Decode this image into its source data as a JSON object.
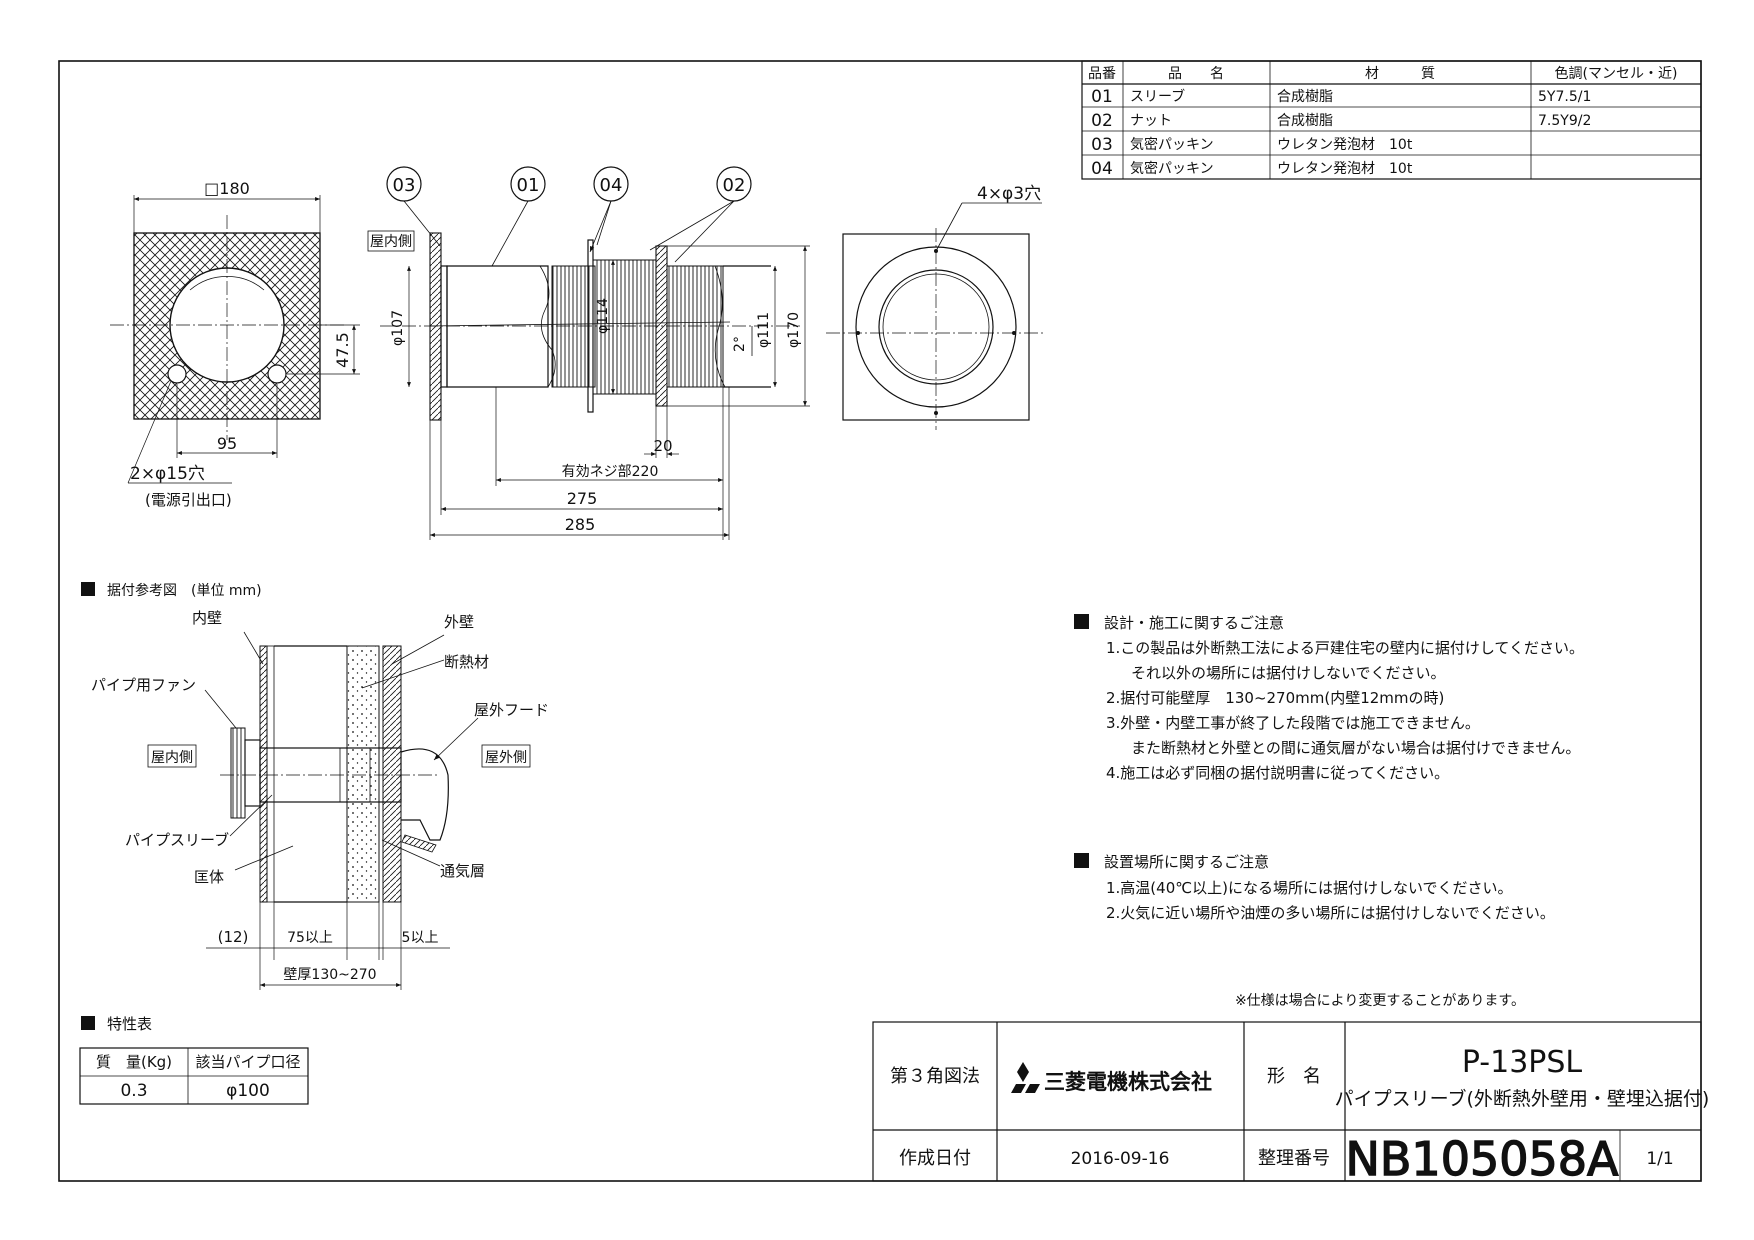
{
  "parts_table": {
    "headers": [
      "品番",
      "品　　名",
      "材　　　質",
      "色調(マンセル・近)"
    ],
    "rows": [
      {
        "no": "01",
        "name": "スリーブ",
        "material": "合成樹脂",
        "color": "5Y7.5/1"
      },
      {
        "no": "02",
        "name": "ナット",
        "material": "合成樹脂",
        "color": "7.5Y9/2"
      },
      {
        "no": "03",
        "name": "気密パッキン",
        "material": "ウレタン発泡材　10t",
        "color": ""
      },
      {
        "no": "04",
        "name": "気密パッキン",
        "material": "ウレタン発泡材　10t",
        "color": ""
      }
    ]
  },
  "front_view": {
    "width_label": "□180",
    "offset_label": "47.5",
    "hole_spacing_label": "95",
    "holes_label": "2×φ15穴",
    "holes_note": "(電源引出口)"
  },
  "side_view": {
    "callouts": [
      "03",
      "01",
      "04",
      "02"
    ],
    "indoor_label": "屋内側",
    "dia_107": "φ107",
    "dia_114": "φ114",
    "dia_111": "φ111",
    "dia_170": "φ170",
    "angle_label": "2°",
    "thread_label": "有効ネジ部220",
    "dim_20": "20",
    "dim_275": "275",
    "dim_285": "285"
  },
  "rear_view": {
    "holes_label": "4×φ3穴"
  },
  "install": {
    "title": "据付参考図　(単位 mm)",
    "inner_wall": "内壁",
    "outer_wall": "外壁",
    "insulation": "断熱材",
    "pipe_fan": "パイプ用ファン",
    "outdoor_hood": "屋外フード",
    "indoor_side": "屋内側",
    "outdoor_side": "屋外側",
    "pipe_sleeve": "パイプスリーブ",
    "frame": "匡体",
    "vent_layer": "通気層",
    "dim_12": "(12)",
    "dim_75": "75以上",
    "dim_5": "5以上",
    "dim_wall": "壁厚130~270"
  },
  "spec": {
    "title": "特性表",
    "col_mass": "質　量(Kg)",
    "col_pipe": "該当パイプ口径",
    "mass": "0.3",
    "pipe": "φ100"
  },
  "notes_design": {
    "title": "設計・施工に関するご注意",
    "lines": [
      "1.この製品は外断熱工法による戸建住宅の壁内に据付けしてください。",
      "それ以外の場所には据付けしないでください。",
      "2.据付可能壁厚　130~270mm(内壁12mmの時)",
      "3.外壁・内壁工事が終了した段階では施工できません。",
      "また断熱材と外壁との間に通気層がない場合は据付けできません。",
      "4.施工は必ず同梱の据付説明書に従ってください。"
    ]
  },
  "notes_location": {
    "title": "設置場所に関するご注意",
    "lines": [
      "1.高温(40℃以上)になる場所には据付けしないでください。",
      "2.火気に近い場所や油煙の多い場所には据付けしないでください。"
    ]
  },
  "title_block": {
    "spec_note": "※仕様は場合により変更することがあります。",
    "projection": "第３角図法",
    "company": "三菱電機株式会社",
    "model_label": "形　名",
    "model": "P-13PSL",
    "product": "パイプスリーブ(外断熱外壁用・壁埋込据付)",
    "date_label": "作成日付",
    "date": "2016-09-16",
    "doc_label": "整理番号",
    "doc_no": "NB105058A",
    "page": "1/1"
  }
}
